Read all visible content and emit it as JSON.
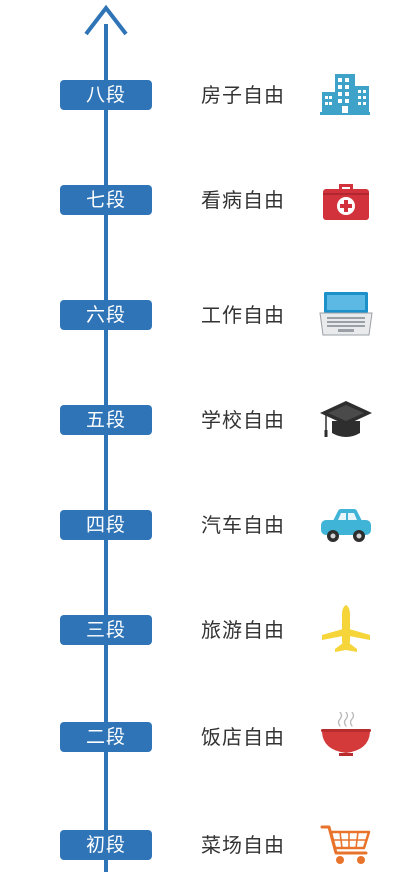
{
  "levels": [
    {
      "badge": "八段",
      "label": "房子自由",
      "icon": "building-icon"
    },
    {
      "badge": "七段",
      "label": "看病自由",
      "icon": "medical-kit-icon"
    },
    {
      "badge": "六段",
      "label": "工作自由",
      "icon": "laptop-icon"
    },
    {
      "badge": "五段",
      "label": "学校自由",
      "icon": "graduation-cap-icon"
    },
    {
      "badge": "四段",
      "label": "汽车自由",
      "icon": "car-icon"
    },
    {
      "badge": "三段",
      "label": "旅游自由",
      "icon": "airplane-icon"
    },
    {
      "badge": "二段",
      "label": "饭店自由",
      "icon": "bowl-icon"
    },
    {
      "badge": "初段",
      "label": "菜场自由",
      "icon": "shopping-cart-icon"
    }
  ],
  "colors": {
    "axis": "#2f74b7",
    "badge": "#2f74b7",
    "building": "#3fa2c9",
    "medical": "#d2323c",
    "laptop": "#1b90c9",
    "cap": "#2e2e2e",
    "car": "#3fb4d6",
    "airplane": "#f5d53a",
    "bowl": "#d43a3a",
    "cart": "#e8742c"
  }
}
